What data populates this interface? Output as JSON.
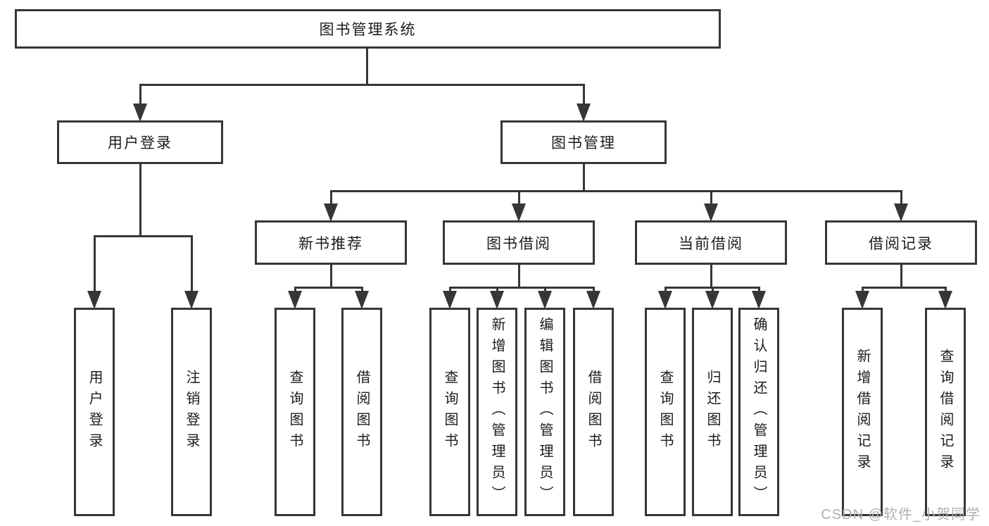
{
  "diagram": {
    "title": "图书管理系统",
    "level2": {
      "user_login": "用户登录",
      "book_mgmt": "图书管理"
    },
    "level3": {
      "recommend": "新书推荐",
      "borrow": "图书借阅",
      "current": "当前借阅",
      "records": "借阅记录"
    },
    "leaves": {
      "login": [
        "用户登录",
        "注销登录"
      ],
      "recommend": [
        "查询图书",
        "借阅图书"
      ],
      "borrow": [
        "查询图书",
        "新增图书（管理员）",
        "编辑图书（管理员）",
        "借阅图书"
      ],
      "current": [
        "查询图书",
        "归还图书",
        "确认归还（管理员）"
      ],
      "records": [
        "新增借阅记录",
        "查询借阅记录"
      ]
    },
    "colors": {
      "line": "#363636",
      "text": "#1c1c1c",
      "watermark": "#b0b0b0",
      "background": "#ffffff"
    },
    "watermark": "CSDN @软件_小贺同学"
  }
}
